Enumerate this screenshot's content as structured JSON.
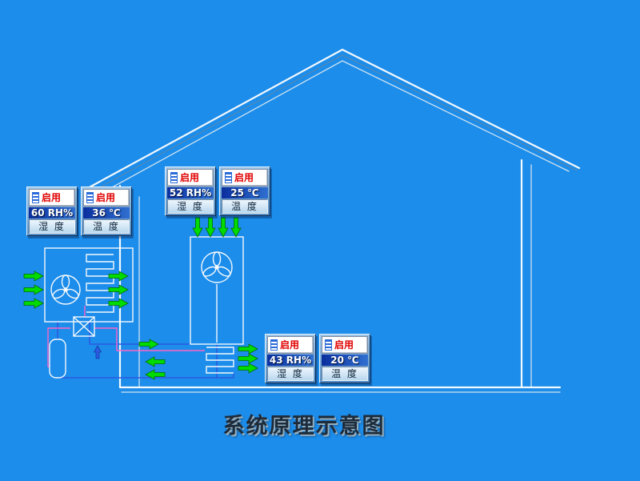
{
  "title": "系统原理示意图",
  "panels": [
    {
      "name": "humidity-1",
      "enable": "启用",
      "value": "60 RH%",
      "label": "湿 度"
    },
    {
      "name": "temperature-1",
      "enable": "启用",
      "value": "36 ℃",
      "label": "温 度"
    },
    {
      "name": "humidity-2",
      "enable": "启用",
      "value": "52 RH%",
      "label": "湿 度"
    },
    {
      "name": "temperature-2",
      "enable": "启用",
      "value": "25 ℃",
      "label": "温 度"
    },
    {
      "name": "humidity-3",
      "enable": "启用",
      "value": "43 RH%",
      "label": "湿 度"
    },
    {
      "name": "temperature-3",
      "enable": "启用",
      "value": "20 ℃",
      "label": "温 度"
    }
  ],
  "colors": {
    "background": "#1C8DEB",
    "line_white": "#F4F9FD",
    "arrow_green": "#00DC00",
    "pipe_blue": "#2B5BE2",
    "pipe_pink": "#FF64C8"
  }
}
